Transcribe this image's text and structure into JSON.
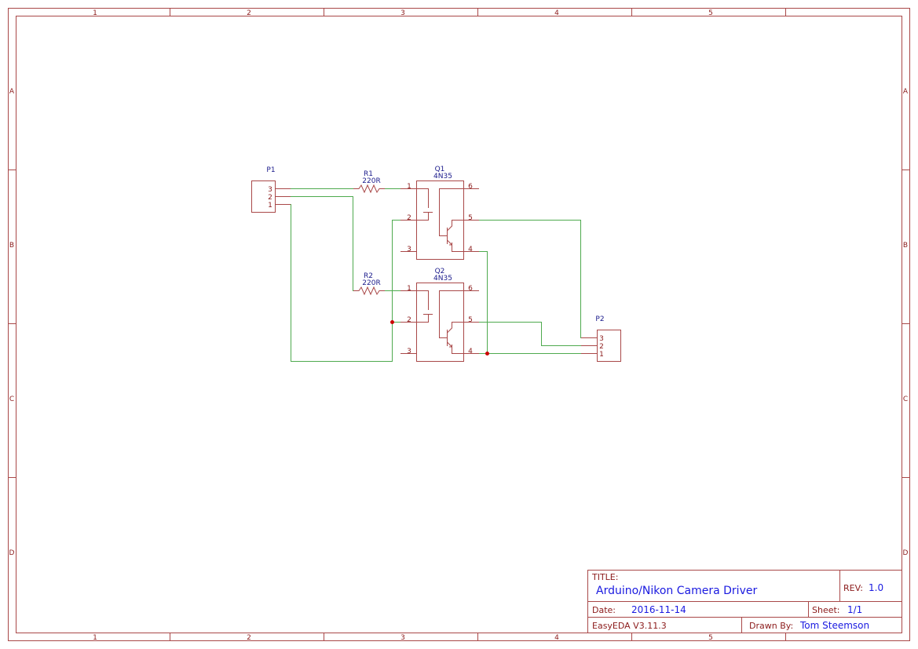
{
  "sheet": {
    "columns": [
      "1",
      "2",
      "3",
      "4",
      "5"
    ],
    "rows": [
      "A",
      "B",
      "C",
      "D"
    ],
    "colors": {
      "frame": "#a94848",
      "wire": "#4eaa4e",
      "junction": "#cc0000",
      "reference_text": "#1a1a8b",
      "title_values": "#1a1ae0"
    }
  },
  "components": {
    "P1": {
      "ref": "P1",
      "pins": [
        "3",
        "2",
        "1"
      ]
    },
    "P2": {
      "ref": "P2",
      "pins": [
        "3",
        "2",
        "1"
      ]
    },
    "R1": {
      "ref": "R1",
      "value": "220R"
    },
    "R2": {
      "ref": "R2",
      "value": "220R"
    },
    "Q1": {
      "ref": "Q1",
      "value": "4N35",
      "pins": [
        "1",
        "2",
        "3",
        "4",
        "5",
        "6"
      ]
    },
    "Q2": {
      "ref": "Q2",
      "value": "4N35",
      "pins": [
        "1",
        "2",
        "3",
        "4",
        "5",
        "6"
      ]
    }
  },
  "title_block": {
    "title_label": "TITLE:",
    "title": "Arduino/Nikon Camera Driver",
    "rev_label": "REV:",
    "rev": "1.0",
    "date_label": "Date:",
    "date": "2016-11-14",
    "sheet_label": "Sheet:",
    "sheet": "1/1",
    "software": "EasyEDA V3.11.3",
    "drawn_by_label": "Drawn By:",
    "drawn_by": "Tom Steemson"
  }
}
